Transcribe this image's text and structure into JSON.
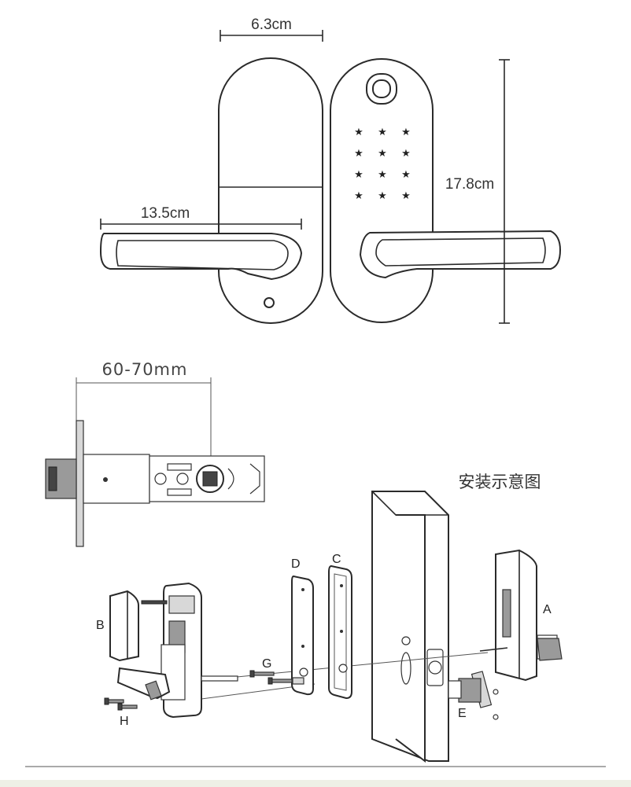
{
  "dimensions": {
    "width_label": "6.3cm",
    "height_label": "17.8cm",
    "handle_label": "13.5cm",
    "latch_label": "60-70mm"
  },
  "install": {
    "title": "安装示意图",
    "parts": {
      "a": "A",
      "b": "B",
      "c": "C",
      "d": "D",
      "e": "E",
      "g": "G",
      "h": "H"
    }
  }
}
